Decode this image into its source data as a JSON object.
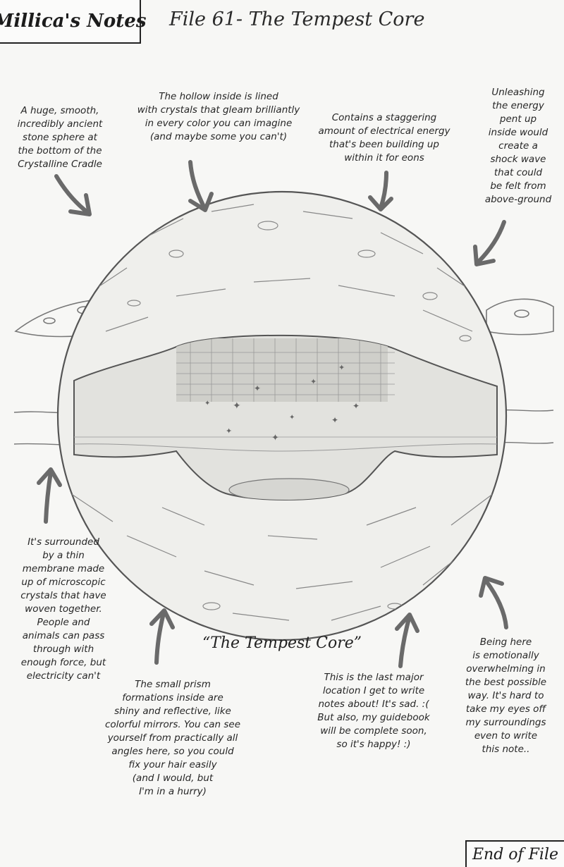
{
  "header": {
    "title": "Millica's Notes",
    "file_title": "File 61- The Tempest Core"
  },
  "notes": [
    {
      "id": "stone-sphere",
      "text": "A huge, smooth,\nincredibly ancient\nstone sphere at\nthe bottom of the\nCrystalline Cradle"
    },
    {
      "id": "hollow-inside",
      "text": "The hollow inside is lined\nwith crystals that gleam brilliantly\nin every color you can imagine\n(and maybe some you can't)"
    },
    {
      "id": "electrical-energy",
      "text": "Contains a staggering\namount of electrical energy\nthat's been building up\nwithin it for eons"
    },
    {
      "id": "shock-wave",
      "text": "Unleashing\nthe energy\npent up\ninside would\ncreate a\nshock wave\nthat could\nbe felt from\nabove-ground"
    },
    {
      "id": "membrane",
      "text": "It's surrounded\nby a thin\nmembrane made\nup of microscopic\ncrystals that have\nwoven together.\nPeople and\nanimals can pass\nthrough with\nenough force, but\nelectricity can't"
    },
    {
      "id": "prism-formations",
      "text": "The small prism\nformations inside are\nshiny and reflective, like\ncolorful mirrors. You can see\nyourself from practically all\nangles here, so you could\nfix your hair easily\n(and I would, but\nI'm in a hurry)"
    },
    {
      "id": "last-location",
      "text": "This is the last major\nlocation I get to write\nnotes about! It's sad. :(\nBut also, my guidebook\nwill be complete soon,\nso it's happy! :)"
    },
    {
      "id": "emotional",
      "text": "Being here\nis emotionally\noverwhelming in\nthe best possible\nway. It's hard to\ntake my eyes off\nmy surroundings\neven to write\nthis note.."
    }
  ],
  "caption": "“The Tempest Core”",
  "footer": {
    "label": "End of File"
  },
  "colors": {
    "paper": "#f7f7f5",
    "pencil": "#555555",
    "arrow": "#6a6a6a"
  }
}
